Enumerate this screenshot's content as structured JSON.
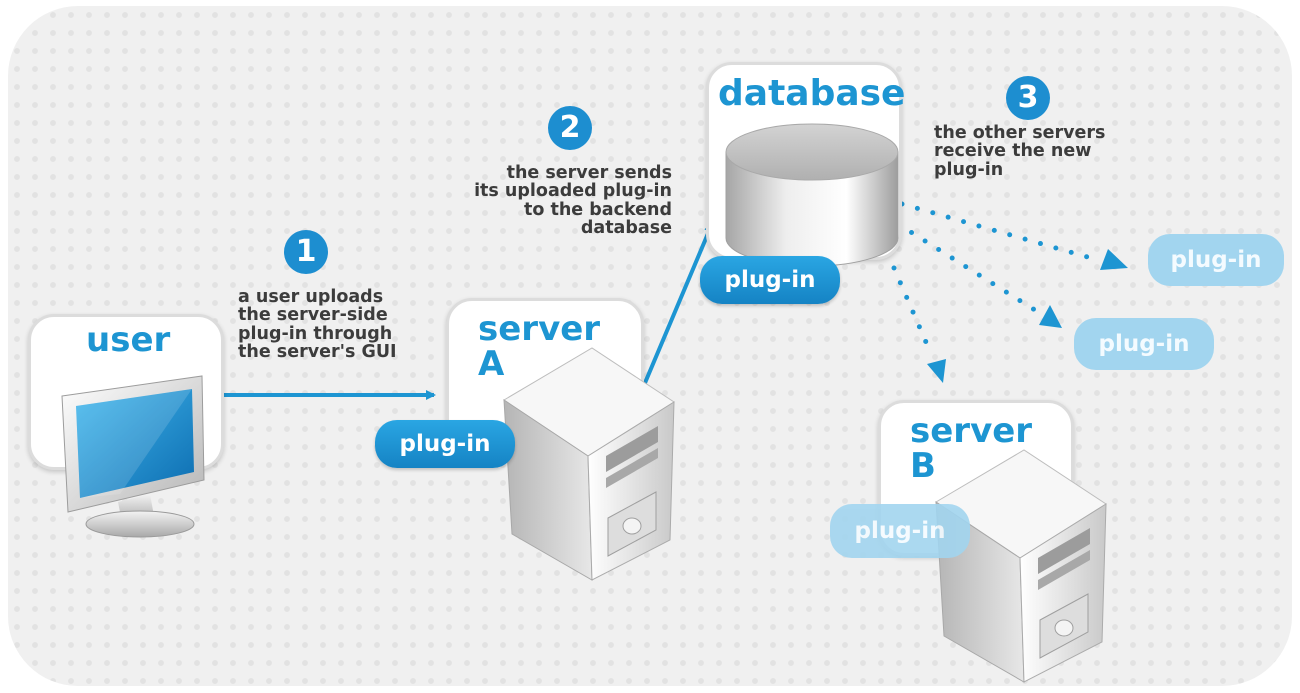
{
  "nodes": {
    "user": {
      "title": "user"
    },
    "server_a": {
      "title_line1": "server",
      "title_line2": "A",
      "plugin_label": "plug-in"
    },
    "database": {
      "title": "database",
      "plugin_label": "plug-in"
    },
    "server_b": {
      "title_line1": "server",
      "title_line2": "B",
      "plugin_label": "plug-in"
    },
    "replicas": [
      {
        "plugin_label": "plug-in"
      },
      {
        "plugin_label": "plug-in"
      }
    ]
  },
  "steps": [
    {
      "number": "1",
      "caption_lines": [
        "a user uploads",
        "the server-side",
        "plug-in through",
        "the server's GUI"
      ]
    },
    {
      "number": "2",
      "caption_lines": [
        "the server sends",
        "its uploaded plug-in",
        "to the backend",
        "database"
      ]
    },
    {
      "number": "3",
      "caption_lines": [
        "the other servers",
        "receive the new",
        "plug-in"
      ]
    }
  ],
  "colors": {
    "accent": "#1d95d2",
    "pill": "#1a8fcf",
    "pill_faded": "#a2d5ef",
    "caption": "#3c3c3c",
    "background": "#f0f0f0"
  },
  "icons": {
    "user": "monitor-icon",
    "server": "server-tower-icon",
    "database": "database-cylinder-icon"
  }
}
